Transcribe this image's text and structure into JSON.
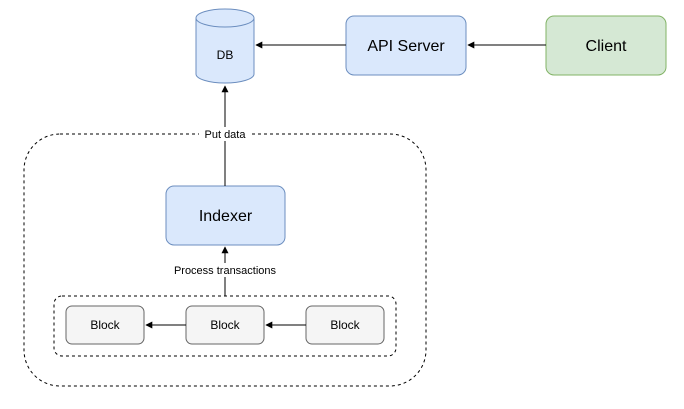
{
  "nodes": {
    "db": "DB",
    "api_server": "API Server",
    "client": "Client",
    "indexer": "Indexer",
    "block_1": "Block",
    "block_2": "Block",
    "block_3": "Block"
  },
  "edge_labels": {
    "put_data": "Put data",
    "process_transactions": "Process transactions"
  },
  "colors": {
    "blue_fill": "#dae8fc",
    "blue_stroke": "#6c8ebf",
    "green_fill": "#d5e8d4",
    "green_stroke": "#82b366",
    "gray_fill": "#f5f5f5",
    "gray_stroke": "#666666",
    "edge": "#000000"
  }
}
